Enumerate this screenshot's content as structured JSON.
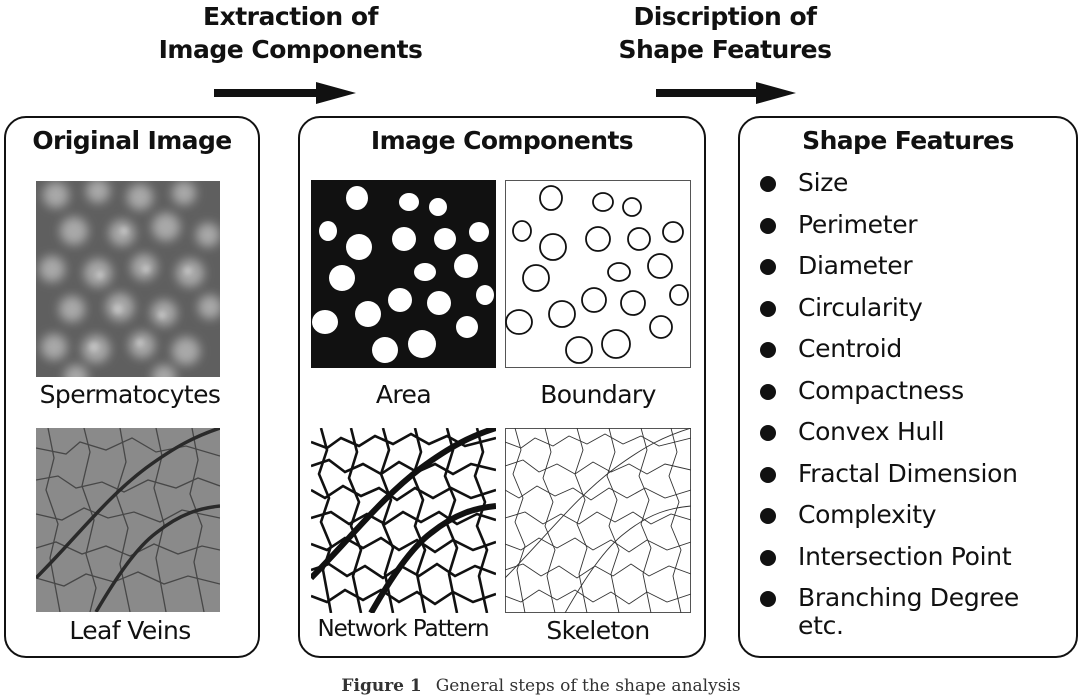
{
  "steps": [
    {
      "line1": "Extraction of",
      "line2": "Image Components"
    },
    {
      "line1": "Discription of",
      "line2": "Shape Features"
    }
  ],
  "panels": {
    "original": {
      "title": "Original Image",
      "images": [
        {
          "caption": "Spermatocytes",
          "icon": "spermatocytes-photo"
        },
        {
          "caption": "Leaf Veins",
          "icon": "leaf-veins-photo"
        }
      ]
    },
    "components": {
      "title": "Image Components",
      "images": [
        {
          "caption": "Area",
          "icon": "binary-area-image"
        },
        {
          "caption": "Boundary",
          "icon": "boundary-outline-image"
        },
        {
          "caption": "Network Pattern",
          "icon": "network-pattern-image"
        },
        {
          "caption": "Skeleton",
          "icon": "skeleton-image"
        }
      ]
    },
    "features": {
      "title": "Shape Features",
      "items": [
        "Size",
        "Perimeter",
        "Diameter",
        "Circularity",
        "Centroid",
        "Compactness",
        "Convex Hull",
        "Fractal Dimension",
        "Complexity",
        "Intersection Point",
        "Branching Degree"
      ],
      "trailing": "etc."
    }
  },
  "figure_caption": {
    "label": "Figure 1",
    "text": "General steps of the shape analysis"
  }
}
